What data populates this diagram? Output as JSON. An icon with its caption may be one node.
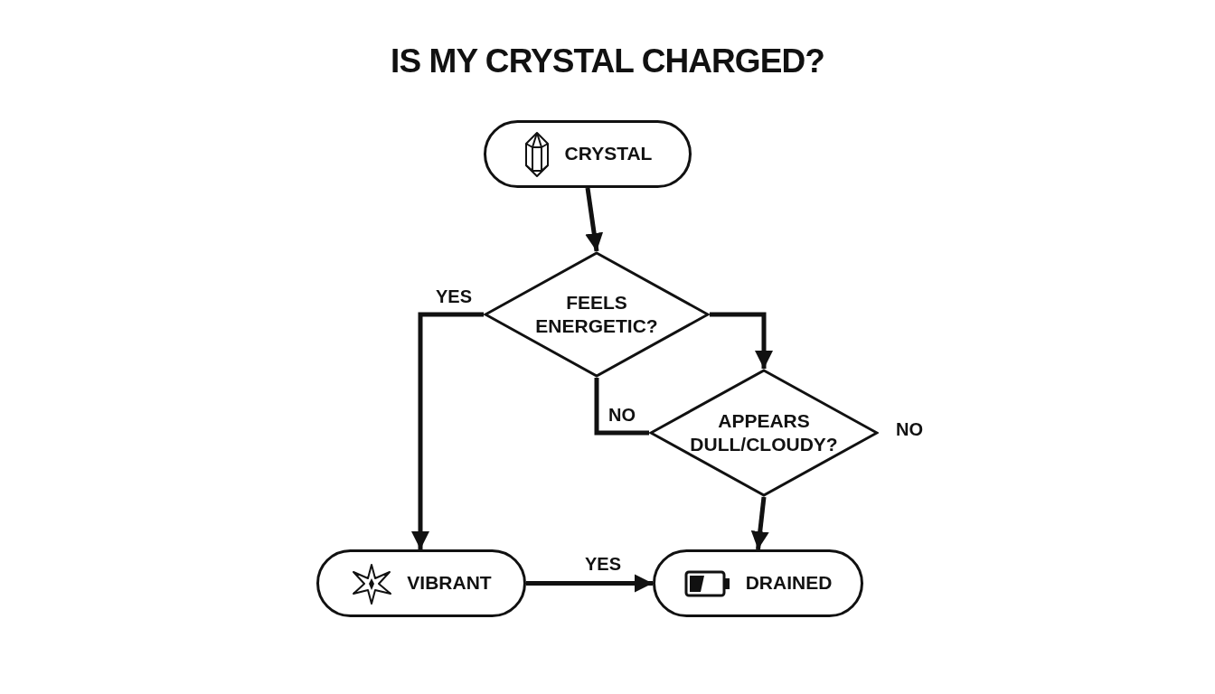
{
  "diagram": {
    "title": "IS MY CRYSTAL CHARGED?",
    "nodes": [
      {
        "text": [
          "CRYSTAL"
        ]
      },
      {
        "text": [
          "FEELS ENERGETIC?"
        ]
      },
      {
        "text": [
          "APPEARS DULL/CLOUDY?"
        ]
      },
      {
        "text": [
          "VIBRANT"
        ]
      },
      {
        "text": [
          "DRAINED"
        ]
      }
    ],
    "edges": [
      {
        "from": 0,
        "to": 1,
        "arrow": "to"
      },
      {
        "from": 1,
        "to": 3,
        "arrow": "to",
        "label": "YES"
      },
      {
        "from": 1,
        "to": 2,
        "arrow": "to"
      },
      {
        "from": 1,
        "to": 2,
        "arrow": "none",
        "label": "NO"
      },
      {
        "from": 2,
        "to": 4,
        "arrow": "to"
      },
      {
        "from": 3,
        "to": 4,
        "arrow": "to",
        "label": "YES"
      }
    ],
    "labels": [
      "NO"
    ]
  }
}
